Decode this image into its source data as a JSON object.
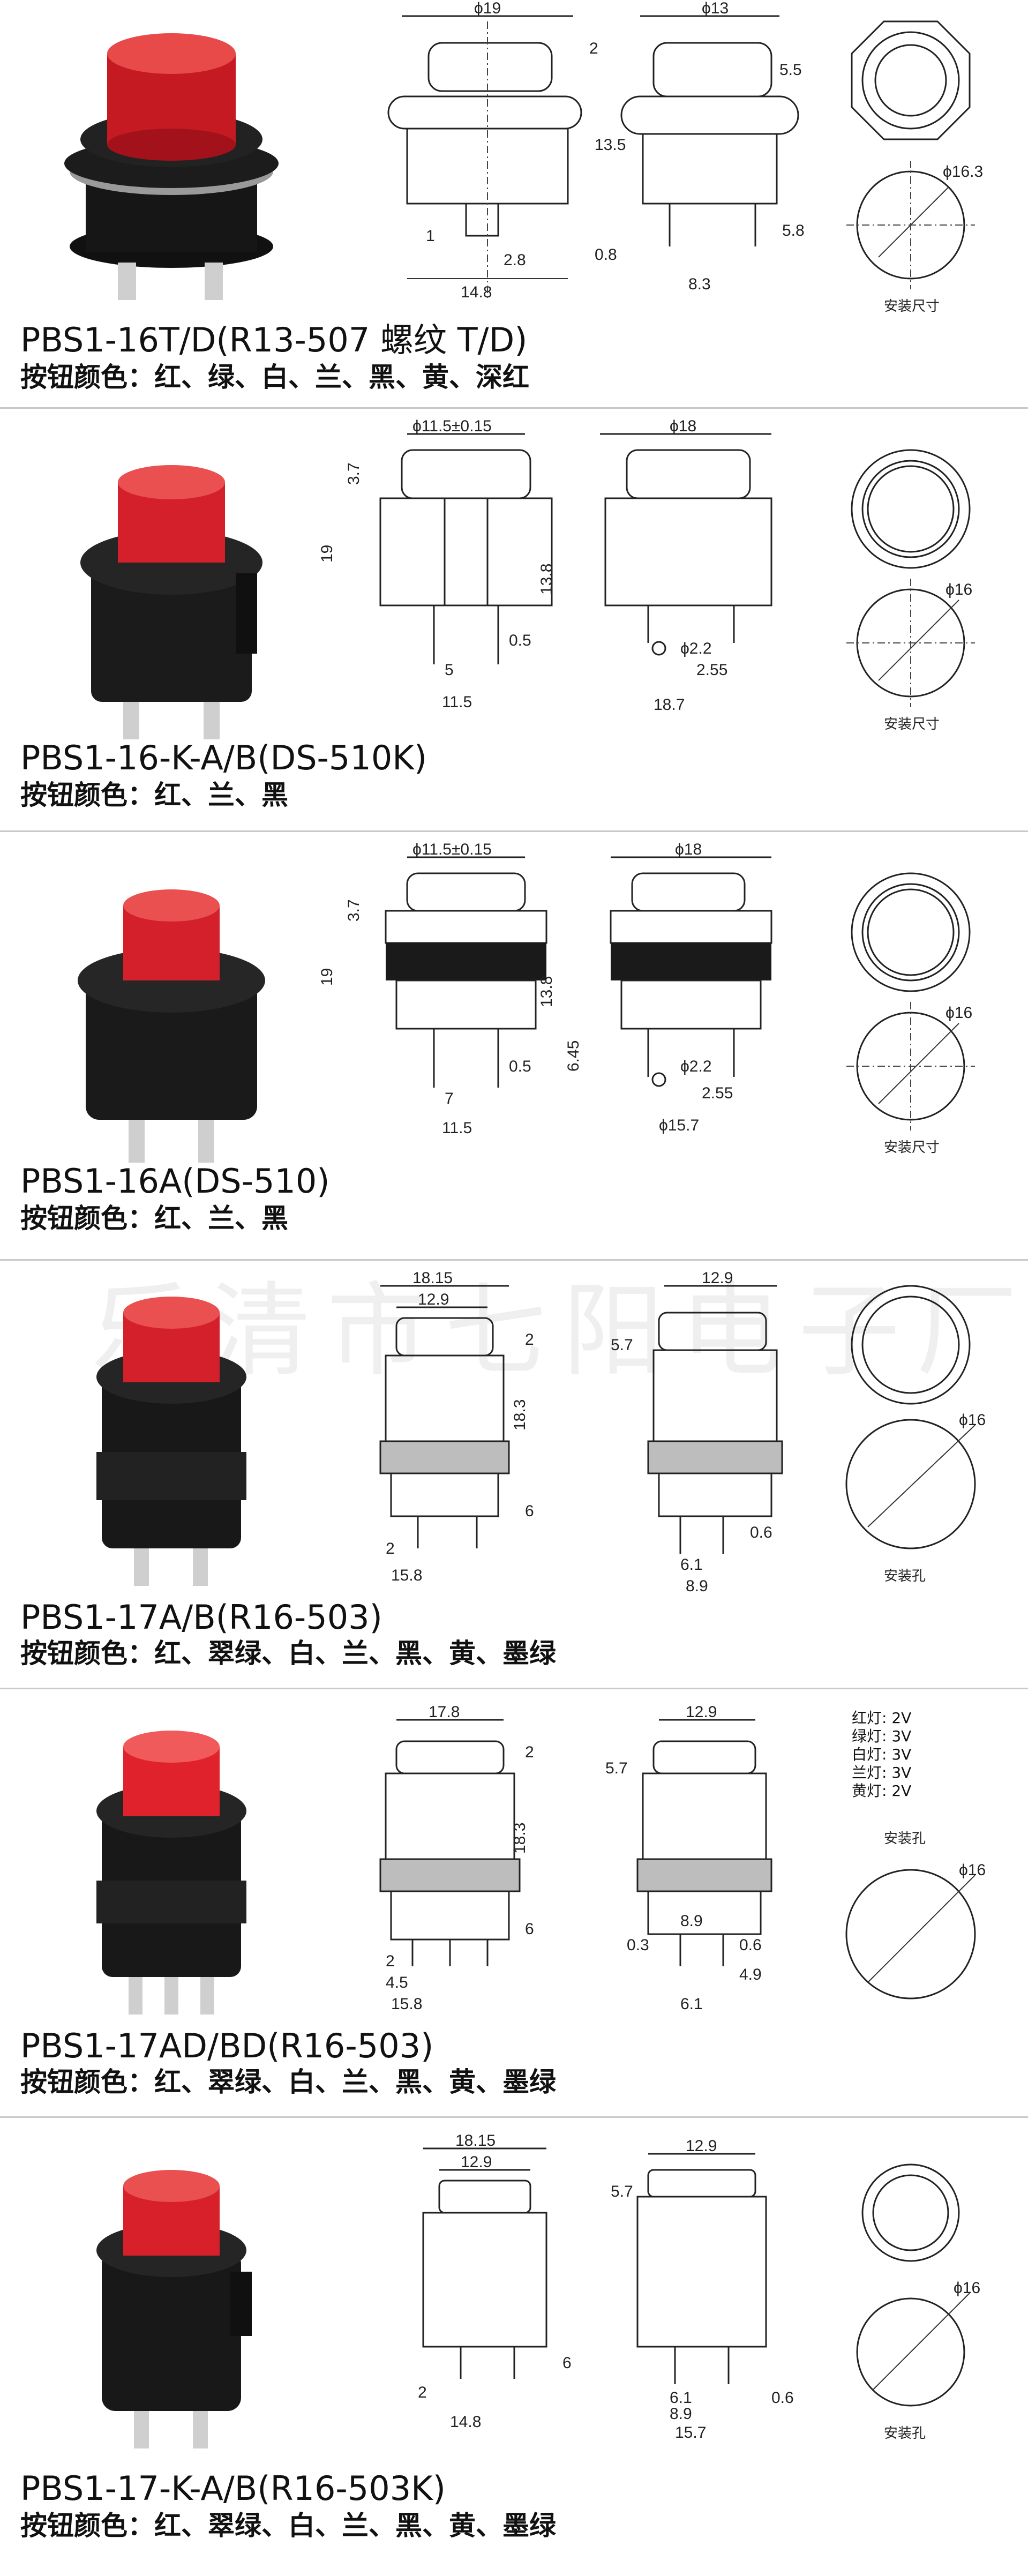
{
  "watermark": "乐清市七阳电子厂",
  "colors": {
    "button_red": "#d8202a",
    "body_black": "#1b1b1b",
    "divider": "#c9c9c9"
  },
  "products": [
    {
      "title": "PBS1-16T/D(R13-507 螺纹 T/D)",
      "colors_text": "按钮颜色：红、绿、白、兰、黑、黄、深红",
      "dims": {
        "top": "ϕ19",
        "left_a": "1",
        "left_b": "2.8",
        "left_c": "14.8",
        "side_top": "ϕ13",
        "side_a": "2",
        "side_b": "5.5",
        "side_c": "13.5",
        "side_d": "5.8",
        "side_e": "0.8",
        "side_f": "8.3",
        "hole": "ϕ16.3"
      },
      "caption": "安装尺寸"
    },
    {
      "title": "PBS1-16-K-A/B(DS-510K)",
      "colors_text": "按钮颜色：红、兰、黑",
      "dims": {
        "top": "ϕ11.5±0.15",
        "left_a": "5",
        "left_b": "0.5",
        "left_c": "11.5",
        "h1": "19",
        "h2": "3.7",
        "h3": "13.8",
        "side_top": "ϕ18",
        "side_a": "ϕ2.2",
        "side_b": "2.55",
        "side_c": "18.7",
        "hole": "ϕ16"
      },
      "caption": "安装尺寸"
    },
    {
      "title": "PBS1-16A(DS-510)",
      "colors_text": "按钮颜色：红、兰、黑",
      "dims": {
        "top": "ϕ11.5±0.15",
        "left_a": "7",
        "left_b": "0.5",
        "left_c": "11.5",
        "h1": "19",
        "h2": "3.7",
        "h3": "13.8",
        "side_top": "ϕ18",
        "side_a": "ϕ2.2",
        "side_b": "2.55",
        "side_c": "ϕ15.7",
        "side_d": "6.45",
        "hole": "ϕ16"
      },
      "caption": "安装尺寸"
    },
    {
      "title": "PBS1-17A/B(R16-503)",
      "colors_text": "按钮颜色：红、翠绿、白、兰、黑、黄、墨绿",
      "dims": {
        "top": "18.15",
        "top2": "12.9",
        "left_a": "2",
        "left_c": "15.8",
        "h1": "2",
        "h2": "18.3",
        "h3": "6",
        "side_top": "12.9",
        "side_h": "5.7",
        "side_a": "6.1",
        "side_b": "0.6",
        "side_c": "8.9",
        "hole": "ϕ16"
      },
      "caption": "安装孔"
    },
    {
      "title": "PBS1-17AD/BD(R16-503)",
      "colors_text": "按钮颜色：红、翠绿、白、兰、黑、黄、墨绿",
      "dims": {
        "top": "17.8",
        "left_a": "2",
        "left_b": "4.5",
        "left_c": "15.8",
        "h1": "2",
        "h2": "18.3",
        "h3": "6",
        "side_top": "12.9",
        "side_h": "5.7",
        "side_a": "8.9",
        "side_b": "0.3",
        "side_c": "0.6",
        "side_d": "4.9",
        "side_e": "6.1",
        "hole": "ϕ16"
      },
      "lamp_notes": [
        "红灯: 2V",
        "绿灯: 3V",
        "白灯: 3V",
        "兰灯: 3V",
        "黄灯: 2V"
      ],
      "caption": "安装孔"
    },
    {
      "title": "PBS1-17-K-A/B(R16-503K)",
      "colors_text": "按钮颜色：红、翠绿、白、兰、黑、黄、墨绿",
      "dims": {
        "top": "18.15",
        "top2": "12.9",
        "left_a": "2",
        "left_c": "14.8",
        "h3": "6",
        "side_top": "12.9",
        "side_h": "5.7",
        "side_a": "6.1",
        "side_b": "0.6",
        "side_c": "8.9",
        "side_d": "15.7",
        "hole": "ϕ16"
      },
      "caption": "安装孔"
    }
  ]
}
